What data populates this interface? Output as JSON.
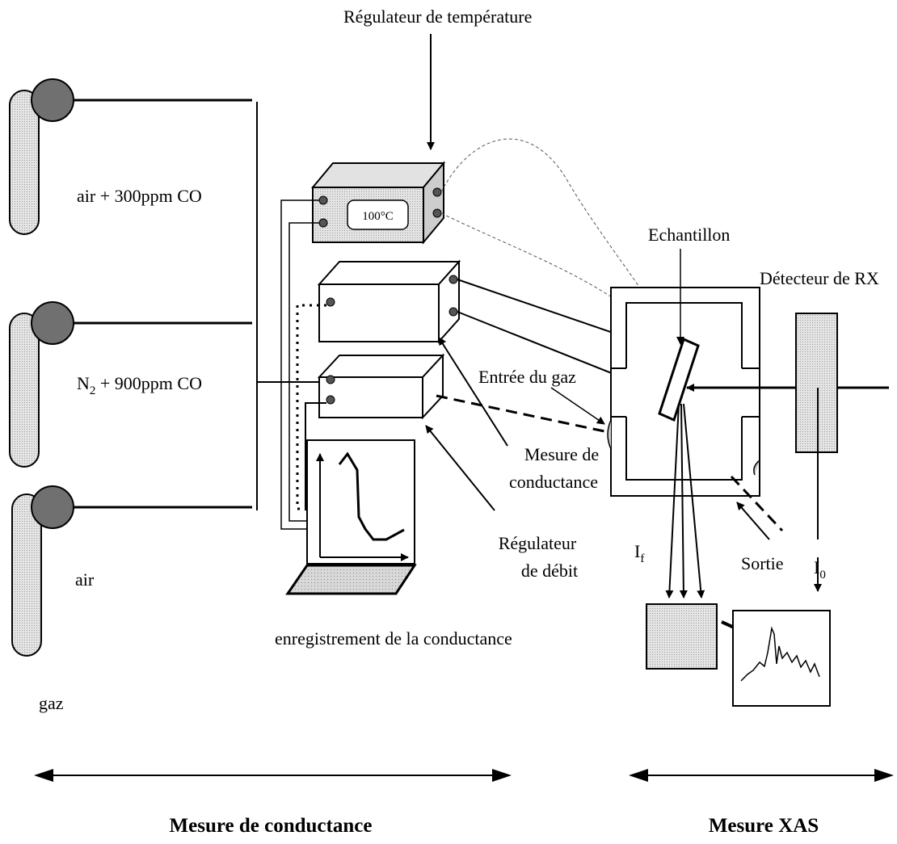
{
  "labels": {
    "temp_regulator": "Régulateur de température",
    "gas1": "air + 300ppm CO",
    "gas2_main": "N",
    "gas2_sub": "2",
    "gas2_rest": " + 900ppm CO",
    "gas3": "air",
    "gas_caption": "gaz",
    "temp_display": "100°C",
    "sample": "Echantillon",
    "detector": "Détecteur de RX",
    "gas_inlet": "Entrée du gaz",
    "conductance_measure_l1": "Mesure de",
    "conductance_measure_l2": "conductance",
    "flow_regulator_l1": "Régulateur",
    "flow_regulator_l2": "de débit",
    "outlet": "Sortie",
    "if_main": "I",
    "if_sub": "f",
    "i0_main": "I",
    "i0_sub": "0",
    "recording": "enregistrement de la conductance",
    "section_left": "Mesure de conductance",
    "section_right": "Mesure XAS"
  }
}
